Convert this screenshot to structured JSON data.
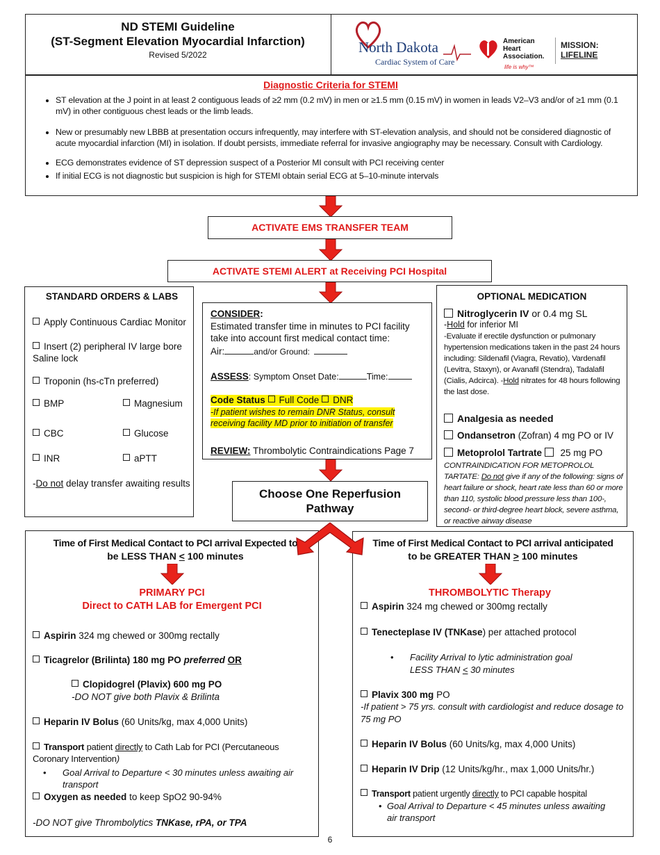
{
  "header": {
    "title1": "ND STEMI Guideline",
    "title2": "(ST-Segment Elevation Myocardial Infarction)",
    "revised": "Revised 5/2022",
    "nd_logo_name": "North Dakota",
    "nd_logo_sub": "Cardiac System of Care",
    "aha_line1": "American",
    "aha_line2": "Heart",
    "aha_line3": "Association.",
    "aha_tag": "life is why™",
    "mission1": "MISSION:",
    "mission2": "LIFELINE"
  },
  "diagnostic": {
    "title": "Diagnostic Criteria for STEMI",
    "bullets": [
      "ST elevation at the J point in at least 2 contiguous leads of ≥2 mm (0.2 mV) in men or ≥1.5 mm (0.15 mV) in women in leads V2–V3 and/or of ≥1 mm (0.1 mV) in other contiguous chest leads or the limb leads.",
      "New or presumably new LBBB at presentation occurs infrequently, may interfere with ST-elevation analysis, and should not be considered diagnostic of acute myocardial infarction (MI) in isolation. If doubt persists, immediate referral for invasive angiography may be necessary. Consult with Cardiology.",
      "ECG demonstrates evidence of ST depression suspect of a Posterior MI consult with PCI receiving center",
      "If initial ECG is not diagnostic but suspicion is high for STEMI obtain serial ECG at 5–10-minute intervals"
    ]
  },
  "activate_ems": "ACTIVATE EMS TRANSFER TEAM",
  "activate_stemi": "ACTIVATE STEMI ALERT at Receiving PCI Hospital",
  "standard": {
    "title": "STANDARD ORDERS & LABS",
    "monitor": "Apply Continuous Cardiac Monitor",
    "iv": "Insert (2) peripheral IV large bore Saline lock",
    "troponin": "Troponin (hs-cTn preferred)",
    "bmp": "BMP",
    "magnesium": "Magnesium",
    "cbc": "CBC",
    "glucose": "Glucose",
    "inr": "INR",
    "aptt": "aPTT",
    "do_not": "Do not",
    "delay": " delay transfer awaiting results"
  },
  "consider": {
    "label": "CONSIDER",
    "colon": ":",
    "text": "Estimated transfer time in minutes to PCI facility take into account first medical contact time:",
    "air": "Air:",
    "andor": "and/or Ground:",
    "assess_label": "ASSESS",
    "assess_text": ": Symptom Onset Date:",
    "time": "Time:",
    "code_status": "Code Status",
    "full_code": "Full Code",
    "dnr": "DNR",
    "dnr_note": "-If patient wishes to remain DNR Status, consult receiving facility MD prior to initiation of transfer",
    "review_label": "REVIEW:",
    "review_text": " Thrombolytic Contraindications Page 7"
  },
  "optional": {
    "title": "OPTIONAL MEDICATION",
    "nitro_name": "Nitroglycerin IV",
    "nitro_rest": " or 0.4 mg SL",
    "hold1": "Hold",
    "hold1_rest": " for inferior MI",
    "evaluate": "-Evaluate if erectile dysfunction or pulmonary hypertension medications taken in the past 24 hours including: Sildenafil (Viagra, Revatio), Vardenafil (Levitra, Staxyn), or Avanafil (Stendra), Tadalafil (Cialis, Adcirca). -",
    "hold2": "Hold",
    "hold2_rest": " nitrates for 48 hours following the last dose.",
    "analgesia": "Analgesia as needed",
    "ondansetron": "Ondansetron",
    "ondansetron_rest": " (Zofran) 4 mg PO or IV",
    "metoprolol": "Metoprolol Tartrate",
    "metoprolol_rest": " 25 mg PO",
    "contra1": "CONTRAINDICATION FOR METOPROLOL TARTATE: ",
    "contra_do_not": "Do not",
    "contra2": " give if any of the following: signs of heart failure or shock, heart rate less than 60 or more than 110, systolic blood pressure less than 100-, second- or third-degree heart block, severe asthma, or reactive airway disease"
  },
  "choose": "Choose One Reperfusion Pathway",
  "left": {
    "heading1": "Time of First Medical Contact to PCI arrival Expected to",
    "heading2a": "be LESS THAN ",
    "heading2lt": "<",
    "heading2b": " 100 minutes",
    "primary": "PRIMARY PCI",
    "direct": "Direct to CATH LAB for Emergent PCI",
    "aspirin": "Aspirin",
    "aspirin_rest": " 324 mg chewed or 300mg rectally",
    "ticagrelor": "Ticagrelor (Brilinta) 180 mg PO",
    "preferred": " preferred",
    "or": "OR",
    "clopidogrel": "Clopidogrel (Plavix) 600 mg PO",
    "donot_both": "-DO NOT give both Plavix & Brilinta",
    "heparin": "Heparin IV Bolus",
    "heparin_rest": " (60 Units/kg, max 4,000 Units)",
    "transport": "Transport",
    "transport_mid": " patient ",
    "directly": "directly",
    "transport_rest": " to Cath Lab for PCI (Percutaneous Coronary Intervention",
    "paren": ")",
    "goal": "Goal Arrival to Departure < 30 minutes unless awaiting air transport",
    "oxygen": "Oxygen as needed",
    "oxygen_rest": " to keep SpO2 90-94%",
    "donot_thromb": "-DO NOT give Thrombolytics ",
    "thromb_names": "TNKase, rPA, or TPA"
  },
  "right": {
    "heading1": "Time of First Medical Contact to PCI arrival anticipated",
    "heading2a": "to be GREATER THAN ",
    "heading2gt": ">",
    "heading2b": " 100 minutes",
    "thrombolytic": "THROMBOLYTIC Therapy",
    "aspirin": "Aspirin",
    "aspirin_rest": " 324 mg chewed or 300mg rectally",
    "tnk": "Tenecteplase IV (TNKase",
    "tnk_rest": ") per attached protocol",
    "facility1": "Facility Arrival to lytic administration goal",
    "facility2a": "LESS THAN ",
    "facility2lt": "<",
    "facility2b": " 30 minutes",
    "plavix": "Plavix 300 mg",
    "plavix_rest": " PO",
    "plavix_note": "-If patient > 75 yrs. consult with cardiologist and reduce dosage to 75 mg PO",
    "heparin_bolus": "Heparin IV Bolus",
    "heparin_bolus_rest": " (60 Units/kg, max 4,000 Units)",
    "heparin_drip": "Heparin IV Drip",
    "heparin_drip_rest": " (12 Units/kg/hr., max 1,000 Units/hr.)",
    "transport": "Transport",
    "transport_mid": " patient urgently ",
    "directly": "directly",
    "transport_rest": " to PCI capable hospital",
    "goal": "Goal Arrival to Departure < 45 minutes unless awaiting air transport"
  },
  "page_number": "6",
  "colors": {
    "red": "#e01a1a",
    "arrow": "#e8231b"
  }
}
